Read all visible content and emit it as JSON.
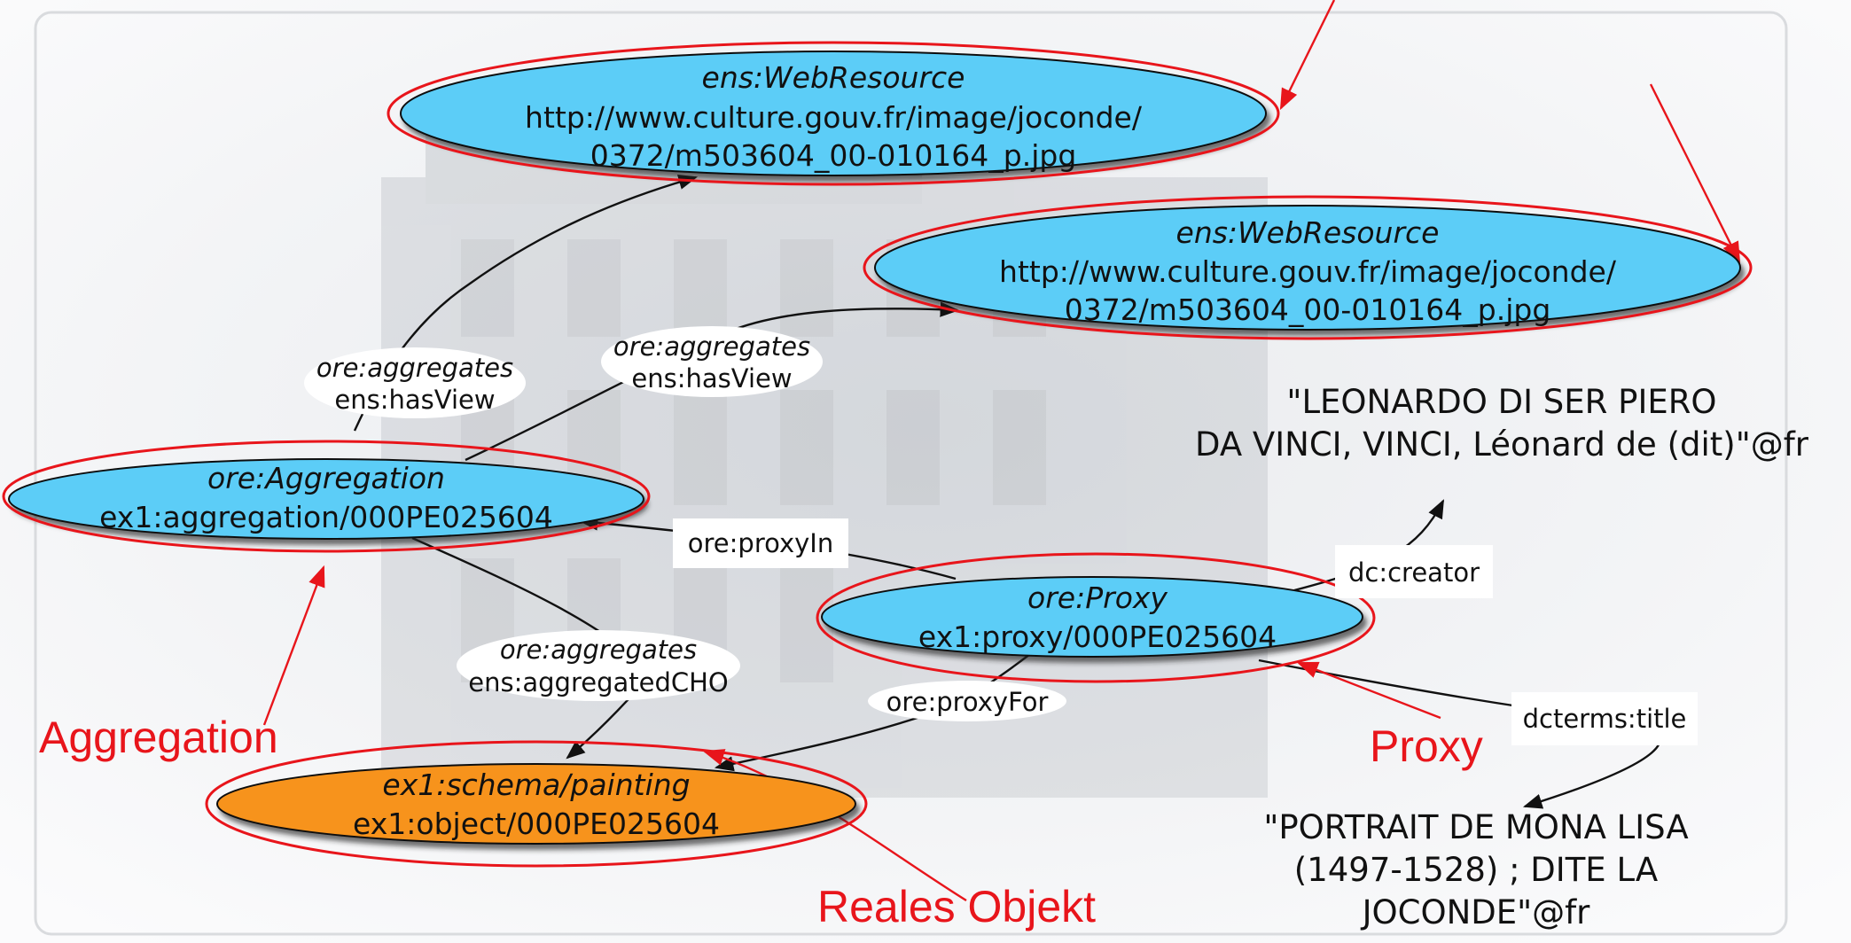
{
  "nodes": {
    "webresource_1": {
      "type": "ens:WebResource",
      "line1": "http://www.culture.gouv.fr/image/joconde/",
      "line2": "0372/m503604_00-010164_p.jpg"
    },
    "webresource_2": {
      "type": "ens:WebResource",
      "line1": "http://www.culture.gouv.fr/image/joconde/",
      "line2": "0372/m503604_00-010164_p.jpg"
    },
    "aggregation": {
      "type": "ore:Aggregation",
      "id": "ex1:aggregation/000PE025604"
    },
    "proxy": {
      "type": "ore:Proxy",
      "id": "ex1:proxy/000PE025604"
    },
    "object": {
      "type": "ex1:schema/painting",
      "id": "ex1:object/000PE025604"
    }
  },
  "edges": {
    "aggregates_view_1": {
      "line1": "ore:aggregates",
      "line2": "ens:hasView"
    },
    "aggregates_view_2": {
      "line1": "ore:aggregates",
      "line2": "ens:hasView"
    },
    "aggregates_cho": {
      "line1": "ore:aggregates",
      "line2": "ens:aggregatedCHO"
    },
    "proxy_in": "ore:proxyIn",
    "proxy_for": "ore:proxyFor",
    "creator": "dc:creator",
    "title": "dcterms:title"
  },
  "literals": {
    "creator": {
      "line1": "\"LEONARDO DI SER PIERO",
      "line2": "DA VINCI, VINCI, Léonard de (dit)\"@fr"
    },
    "title": {
      "line1": "\"PORTRAIT DE MONA LISA",
      "line2": "(1497-1528) ; DITE LA",
      "line3": "JOCONDE\"@fr"
    }
  },
  "annotations": {
    "aggregation": "Aggregation",
    "proxy": "Proxy",
    "reales_objekt": "Reales Objekt"
  },
  "colors": {
    "node_blue": "#5bcdf7",
    "node_orange": "#f7931e",
    "highlight_red": "#e8151b",
    "arrow_dark": "#111111"
  }
}
